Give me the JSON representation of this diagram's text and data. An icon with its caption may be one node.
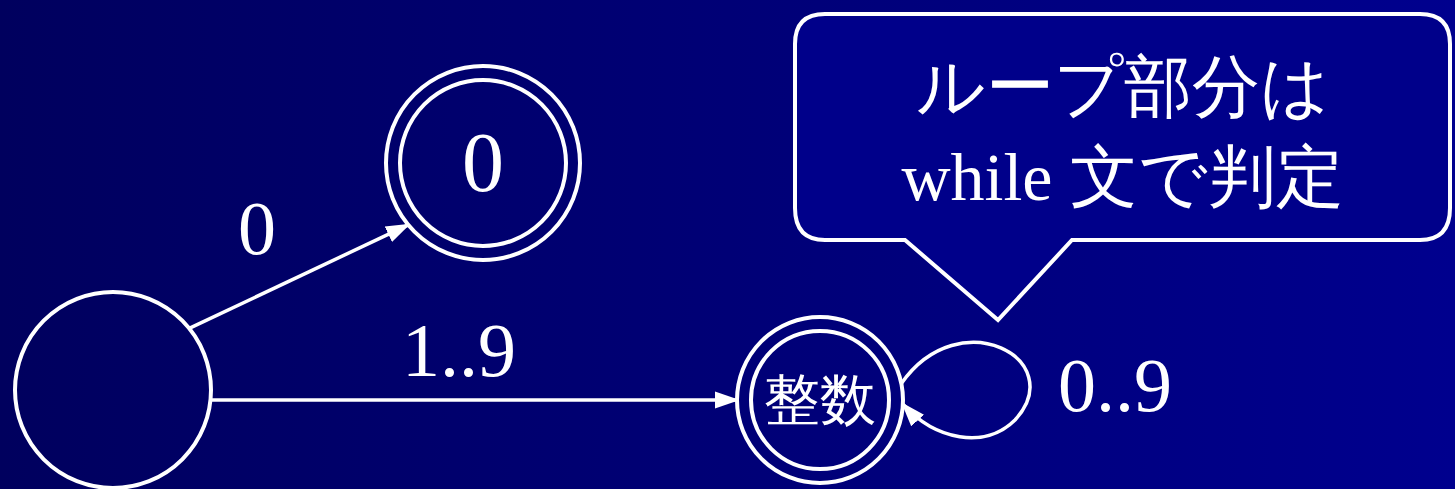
{
  "diagram": {
    "nodes": [
      {
        "text": [],
        "shape": "circle"
      },
      {
        "text": [
          "0"
        ]
      },
      {
        "text": [
          "整数"
        ]
      },
      {
        "text": [
          "ループ部分は while 文で判定"
        ]
      }
    ],
    "edges": [
      {
        "from": 0,
        "to": 1,
        "arrow": "to",
        "label": "0"
      },
      {
        "from": 0,
        "to": 2,
        "arrow": "to",
        "label": "1..9"
      },
      {
        "from": 2,
        "to": 2,
        "arrow": "to",
        "label": "0..9"
      }
    ]
  }
}
